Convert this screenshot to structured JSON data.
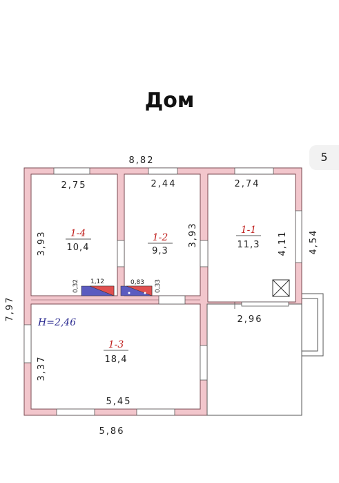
{
  "title": "Дом",
  "page_number": "5",
  "overall": {
    "width_top": "8,82",
    "width_bottom": "5,86",
    "height_left": "7,97",
    "height_right": "4,54"
  },
  "rooms": [
    {
      "id": "1-1",
      "area": "11,3",
      "width": "2,74",
      "height": "4,11"
    },
    {
      "id": "1-2",
      "area": "9,3",
      "width": "2,44",
      "height": "3,93"
    },
    {
      "id": "1-3",
      "area": "18,4",
      "width": "5,45",
      "height": "3,37"
    },
    {
      "id": "1-4",
      "area": "10,4",
      "width": "2,75",
      "height": "3,93"
    }
  ],
  "extra_dims": {
    "porch_width": "2,96",
    "stair_a": "0,32",
    "stair_b": "1,12",
    "stair_c": "0,83",
    "stair_d": "0,33"
  },
  "height_note": "H=2,46",
  "colors": {
    "wall_fill": "#f2c6cc",
    "wall_stroke": "#7a4a52",
    "red_label": "#c0201e",
    "stair_blue": "#5b5bc0",
    "stair_red": "#e05050"
  }
}
